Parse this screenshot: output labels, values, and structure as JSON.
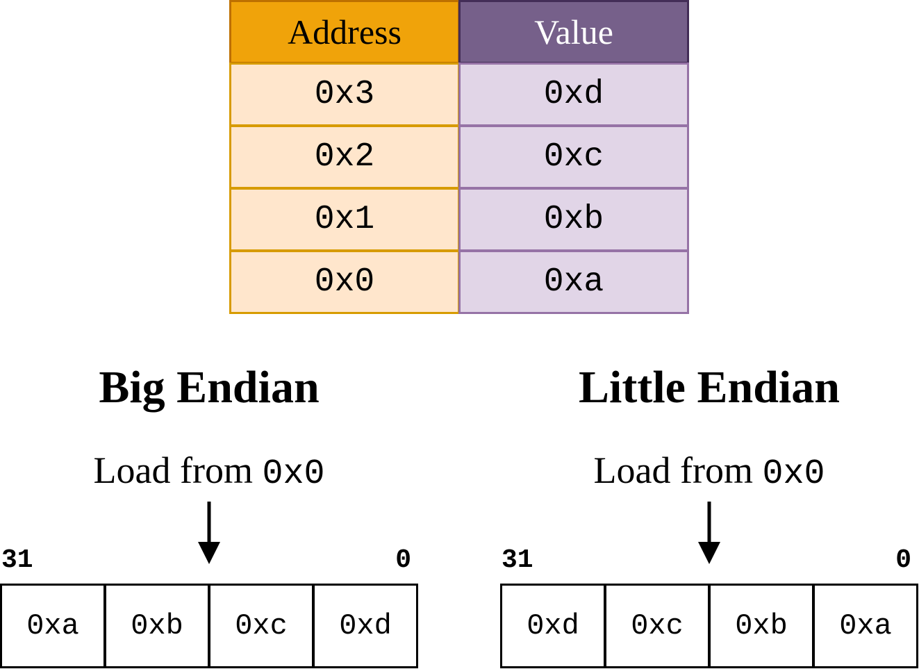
{
  "table": {
    "header_address": "Address",
    "header_value": "Value",
    "rows": [
      {
        "address": "0x3",
        "value": "0xd"
      },
      {
        "address": "0x2",
        "value": "0xc"
      },
      {
        "address": "0x1",
        "value": "0xb"
      },
      {
        "address": "0x0",
        "value": "0xa"
      }
    ],
    "colors": {
      "address_header_fill": "#f0a30a",
      "value_header_fill": "#76608a",
      "address_cell_fill": "#ffe6cc",
      "value_cell_fill": "#e1d5e7"
    }
  },
  "big_endian": {
    "title": "Big Endian",
    "load_text": "Load from",
    "load_address": "0x0",
    "bit_high": "31",
    "bit_low": "0",
    "bytes": [
      "0xa",
      "0xb",
      "0xc",
      "0xd"
    ]
  },
  "little_endian": {
    "title": "Little Endian",
    "load_text": "Load from",
    "load_address": "0x0",
    "bit_high": "31",
    "bit_low": "0",
    "bytes": [
      "0xd",
      "0xc",
      "0xb",
      "0xa"
    ]
  }
}
